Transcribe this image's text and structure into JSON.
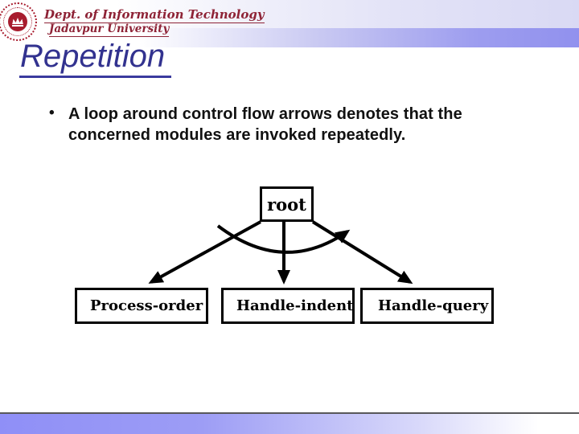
{
  "header": {
    "department_line": "Dept. of Information Technology",
    "university_line": "Jadavpur University",
    "seal_icon": "crown-icon"
  },
  "slide": {
    "title": "Repetition",
    "bullet": {
      "marker": "•",
      "line1": "A loop around control flow arrows denotes that the",
      "line2": "concerned modules are invoked repeatedly."
    }
  },
  "diagram": {
    "type": "structure-chart",
    "root_label": "root",
    "modules": [
      {
        "label": "Process-order"
      },
      {
        "label": "Handle-indent"
      },
      {
        "label": "Handle-query"
      }
    ],
    "annotation": "loop arc across control-flow arrows indicating repetition"
  },
  "colors": {
    "title_text": "#32328f",
    "title_underline": "#3a3a9e",
    "header_text": "#8e2336",
    "seal_red": "#a81c2e",
    "header_band": "#9191ee",
    "footer_band": "#8f8ff7",
    "footer_rule": "#58585a",
    "diagram_ink": "#000000",
    "body_text": "#111111"
  }
}
